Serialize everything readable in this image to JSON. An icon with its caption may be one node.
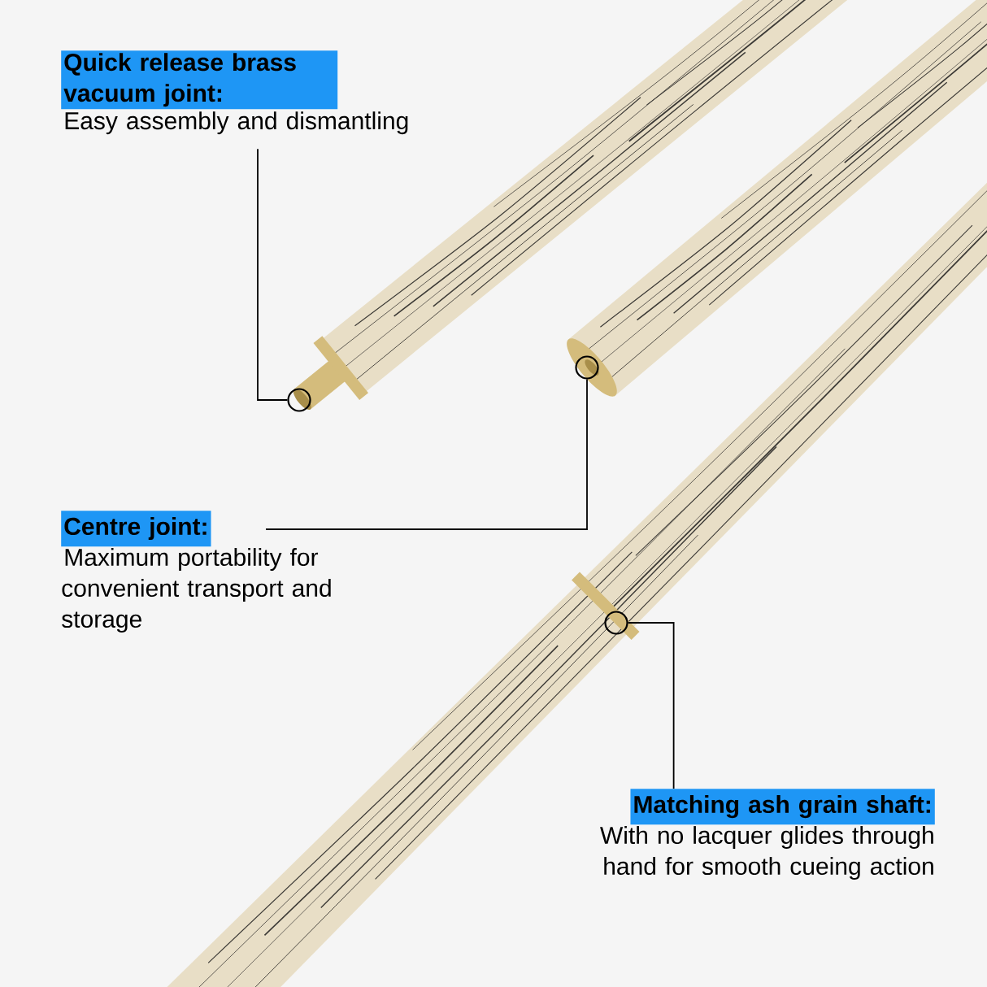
{
  "diagram": {
    "nodes": [
      {
        "text": [
          "Quick release brass vacuum joint:",
          "Easy assembly and dismantling"
        ]
      },
      {
        "text": [],
        "shape": "circle"
      },
      {
        "text": [
          "Centre joint:",
          "Maximum portability for convenient transport and storage"
        ]
      },
      {
        "text": [],
        "shape": "circle"
      },
      {
        "text": [
          "Matching ash grain shaft:",
          "With no lacquer glides through hand for smooth cueing action"
        ]
      },
      {
        "text": [],
        "shape": "circle"
      }
    ],
    "edges": [
      {
        "from": 0,
        "to": 1,
        "arrow": "none"
      },
      {
        "from": 2,
        "to": 3,
        "arrow": "none"
      },
      {
        "from": 4,
        "to": 5,
        "arrow": "none"
      }
    ]
  }
}
